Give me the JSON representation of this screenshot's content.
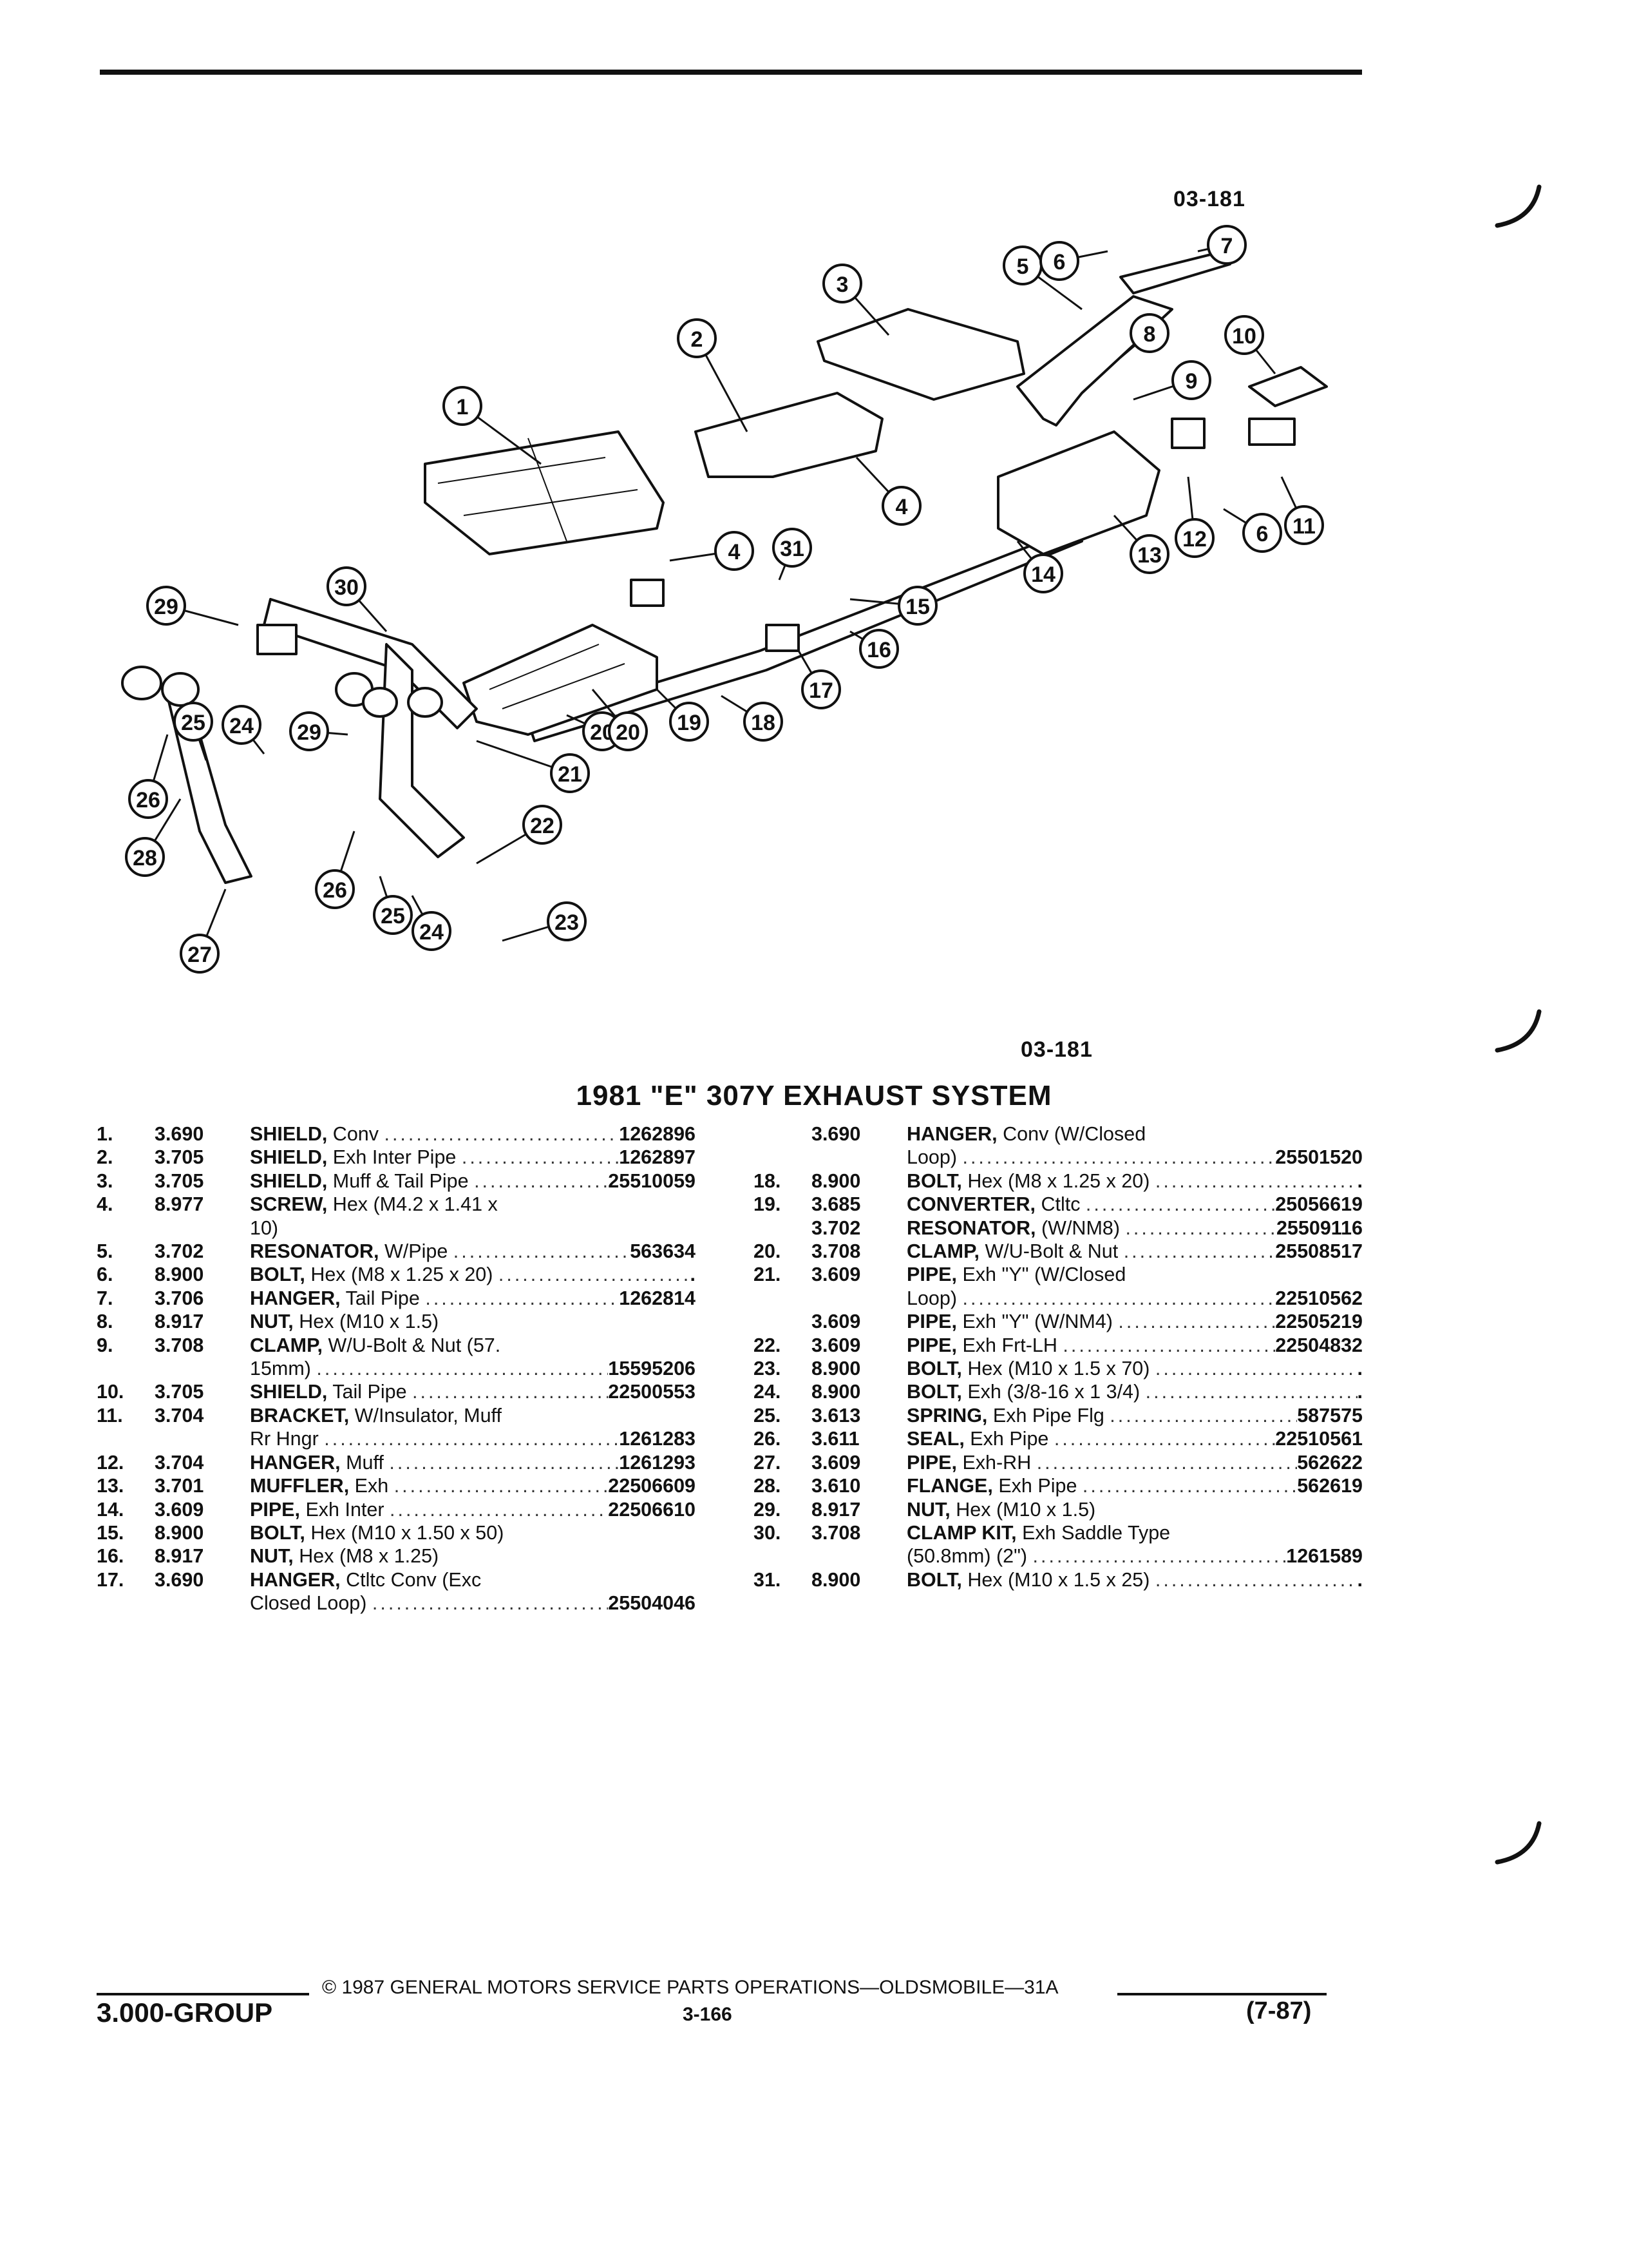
{
  "figure": {
    "number_top": "03-181",
    "number_bottom": "03-181",
    "callouts": [
      "1",
      "2",
      "3",
      "4",
      "5",
      "6",
      "7",
      "8",
      "9",
      "10",
      "11",
      "12",
      "13",
      "14",
      "15",
      "16",
      "17",
      "18",
      "19",
      "20",
      "21",
      "22",
      "23",
      "24",
      "25",
      "26",
      "27",
      "28",
      "29",
      "30",
      "31"
    ]
  },
  "title": "1981 \"E\" 307Y EXHAUST SYSTEM",
  "parts_left": [
    {
      "num": "1.",
      "code": "3.690",
      "lines": [
        {
          "name": "SHIELD,",
          "spec": " Conv ",
          "part": "1262896"
        }
      ]
    },
    {
      "num": "2.",
      "code": "3.705",
      "lines": [
        {
          "name": "SHIELD,",
          "spec": " Exh Inter Pipe ",
          "part": "1262897"
        }
      ]
    },
    {
      "num": "3.",
      "code": "3.705",
      "lines": [
        {
          "name": "SHIELD,",
          "spec": " Muff & Tail Pipe ",
          "part": "25510059"
        }
      ]
    },
    {
      "num": "4.",
      "code": "8.977",
      "lines": [
        {
          "name": "SCREW,",
          "spec": " Hex (M4.2 x 1.41 x",
          "part": ""
        },
        {
          "name": "",
          "spec": "10) ",
          "part": ""
        }
      ]
    },
    {
      "num": "5.",
      "code": "3.702",
      "lines": [
        {
          "name": "RESONATOR,",
          "spec": " W/Pipe ",
          "part": "563634"
        }
      ]
    },
    {
      "num": "6.",
      "code": "8.900",
      "lines": [
        {
          "name": "BOLT,",
          "spec": " Hex (M8 x 1.25 x 20) ",
          "part": "."
        }
      ]
    },
    {
      "num": "7.",
      "code": "3.706",
      "lines": [
        {
          "name": "HANGER,",
          "spec": " Tail Pipe ",
          "part": "1262814"
        }
      ]
    },
    {
      "num": "8.",
      "code": "8.917",
      "lines": [
        {
          "name": "NUT,",
          "spec": " Hex (M10 x 1.5) ",
          "part": ""
        }
      ]
    },
    {
      "num": "9.",
      "code": "3.708",
      "lines": [
        {
          "name": "CLAMP,",
          "spec": " W/U-Bolt & Nut (57.",
          "part": ""
        },
        {
          "name": "",
          "spec": "15mm) ",
          "part": "15595206"
        }
      ]
    },
    {
      "num": "10.",
      "code": "3.705",
      "lines": [
        {
          "name": "SHIELD,",
          "spec": " Tail Pipe ",
          "part": "22500553"
        }
      ]
    },
    {
      "num": "11.",
      "code": "3.704",
      "lines": [
        {
          "name": "BRACKET,",
          "spec": " W/Insulator, Muff",
          "part": ""
        },
        {
          "name": "",
          "spec": "Rr Hngr ",
          "part": "1261283"
        }
      ]
    },
    {
      "num": "12.",
      "code": "3.704",
      "lines": [
        {
          "name": "HANGER,",
          "spec": " Muff ",
          "part": "1261293"
        }
      ]
    },
    {
      "num": "13.",
      "code": "3.701",
      "lines": [
        {
          "name": "MUFFLER,",
          "spec": " Exh ",
          "part": "22506609"
        }
      ]
    },
    {
      "num": "14.",
      "code": "3.609",
      "lines": [
        {
          "name": "PIPE,",
          "spec": " Exh Inter ",
          "part": "22506610"
        }
      ]
    },
    {
      "num": "15.",
      "code": "8.900",
      "lines": [
        {
          "name": "BOLT,",
          "spec": " Hex (M10 x 1.50 x 50)",
          "part": ""
        }
      ]
    },
    {
      "num": "16.",
      "code": "8.917",
      "lines": [
        {
          "name": "NUT,",
          "spec": " Hex (M8 x 1.25) ",
          "part": ""
        }
      ]
    },
    {
      "num": "17.",
      "code": "3.690",
      "lines": [
        {
          "name": "HANGER,",
          "spec": " Ctltc Conv (Exc",
          "part": ""
        },
        {
          "name": "",
          "spec": "Closed Loop) ",
          "part": "25504046"
        }
      ]
    }
  ],
  "parts_right": [
    {
      "num": "",
      "code": "3.690",
      "lines": [
        {
          "name": "HANGER,",
          "spec": " Conv (W/Closed",
          "part": ""
        },
        {
          "name": "",
          "spec": "Loop) ",
          "part": "25501520"
        }
      ]
    },
    {
      "num": "18.",
      "code": "8.900",
      "lines": [
        {
          "name": "BOLT,",
          "spec": " Hex (M8 x 1.25 x 20) ",
          "part": "."
        }
      ]
    },
    {
      "num": "19.",
      "code": "3.685",
      "lines": [
        {
          "name": "CONVERTER,",
          "spec": " Ctltc ",
          "part": "25056619"
        }
      ]
    },
    {
      "num": "",
      "code": "3.702",
      "lines": [
        {
          "name": "RESONATOR,",
          "spec": " (W/NM8) ",
          "part": "25509116"
        }
      ]
    },
    {
      "num": "20.",
      "code": "3.708",
      "lines": [
        {
          "name": "CLAMP,",
          "spec": " W/U-Bolt & Nut ",
          "part": "25508517"
        }
      ]
    },
    {
      "num": "21.",
      "code": "3.609",
      "lines": [
        {
          "name": "PIPE,",
          "spec": " Exh \"Y\" (W/Closed",
          "part": ""
        },
        {
          "name": "",
          "spec": "Loop) ",
          "part": "22510562"
        }
      ]
    },
    {
      "num": "",
      "code": "3.609",
      "lines": [
        {
          "name": "PIPE,",
          "spec": " Exh \"Y\" (W/NM4) ",
          "part": "22505219"
        }
      ]
    },
    {
      "num": "22.",
      "code": "3.609",
      "lines": [
        {
          "name": "PIPE,",
          "spec": " Exh Frt-LH ",
          "part": "22504832"
        }
      ]
    },
    {
      "num": "23.",
      "code": "8.900",
      "lines": [
        {
          "name": "BOLT,",
          "spec": " Hex (M10 x 1.5 x 70) ",
          "part": "."
        }
      ]
    },
    {
      "num": "24.",
      "code": "8.900",
      "lines": [
        {
          "name": "BOLT,",
          "spec": " Exh (3/8-16 x 1 3/4) ",
          "part": "."
        }
      ]
    },
    {
      "num": "25.",
      "code": "3.613",
      "lines": [
        {
          "name": "SPRING,",
          "spec": " Exh Pipe Flg ",
          "part": "587575"
        }
      ]
    },
    {
      "num": "26.",
      "code": "3.611",
      "lines": [
        {
          "name": "SEAL,",
          "spec": " Exh Pipe ",
          "part": "22510561"
        }
      ]
    },
    {
      "num": "27.",
      "code": "3.609",
      "lines": [
        {
          "name": "PIPE,",
          "spec": " Exh-RH ",
          "part": "562622"
        }
      ]
    },
    {
      "num": "28.",
      "code": "3.610",
      "lines": [
        {
          "name": "FLANGE,",
          "spec": " Exh Pipe ",
          "part": "562619"
        }
      ]
    },
    {
      "num": "29.",
      "code": "8.917",
      "lines": [
        {
          "name": "NUT,",
          "spec": " Hex (M10 x 1.5) ",
          "part": ""
        }
      ]
    },
    {
      "num": "30.",
      "code": "3.708",
      "lines": [
        {
          "name": "CLAMP KIT,",
          "spec": " Exh Saddle Type",
          "part": ""
        },
        {
          "name": "",
          "spec": "(50.8mm) (2\") ",
          "part": "1261589"
        }
      ]
    },
    {
      "num": "31.",
      "code": "8.900",
      "lines": [
        {
          "name": "BOLT,",
          "spec": " Hex (M10 x 1.5 x 25) ",
          "part": "."
        }
      ]
    }
  ],
  "footer": {
    "copyright": "© 1987 GENERAL MOTORS SERVICE PARTS OPERATIONS—OLDSMOBILE—31A",
    "group": "3.000-GROUP",
    "page": "3-166",
    "date": "(7-87)"
  }
}
